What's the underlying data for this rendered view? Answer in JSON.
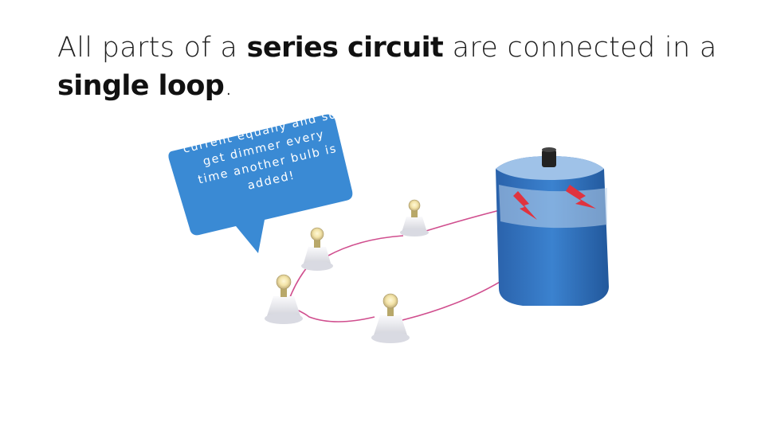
{
  "slide": {
    "title_part1": "All parts of a ",
    "title_bold1": "series circuit",
    "title_part2": " are connected in a ",
    "title_bold2": "single loop",
    "title_part3": ".",
    "bubble_text": "They share the current equally and so get dimmer every time another bulb is added!"
  },
  "colors": {
    "bubble": "#3a8ad4",
    "battery": "#2f6fb8",
    "wire": "#d04e8e",
    "socket": "#ececf0"
  },
  "icons": [
    "lamp-icon",
    "battery-icon",
    "lightning-icon"
  ]
}
